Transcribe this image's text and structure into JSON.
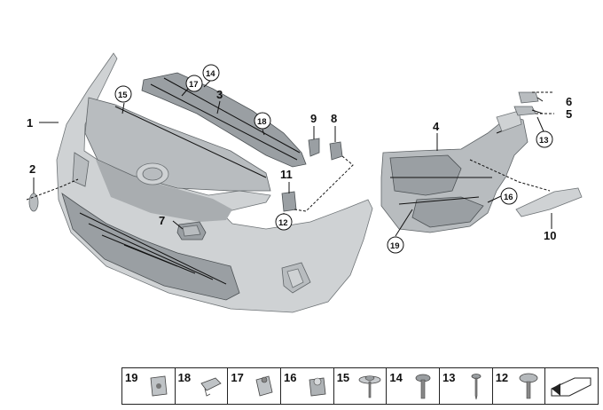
{
  "diagram": {
    "callouts": {
      "c1": "1",
      "c2": "2",
      "c3": "3",
      "c4": "4",
      "c5": "5",
      "c6": "6",
      "c7": "7",
      "c8": "8",
      "c9": "9",
      "c10": "10",
      "c11": "11",
      "c12": "12",
      "c13": "13",
      "c14": "14",
      "c15": "15",
      "c16": "16",
      "c17": "17",
      "c18": "18",
      "c19": "19"
    }
  },
  "parts_strip": {
    "items": [
      {
        "label": "19",
        "icon": "clip-nut-icon"
      },
      {
        "label": "18",
        "icon": "flat-clip-icon"
      },
      {
        "label": "17",
        "icon": "spring-nut-icon"
      },
      {
        "label": "16",
        "icon": "clip-nut-icon"
      },
      {
        "label": "15",
        "icon": "washer-screw-icon"
      },
      {
        "label": "14",
        "icon": "hex-screw-icon"
      },
      {
        "label": "13",
        "icon": "self-tapping-screw-icon"
      },
      {
        "label": "12",
        "icon": "torx-screw-icon"
      },
      {
        "label": "",
        "icon": "arrow-direction-icon"
      }
    ]
  }
}
